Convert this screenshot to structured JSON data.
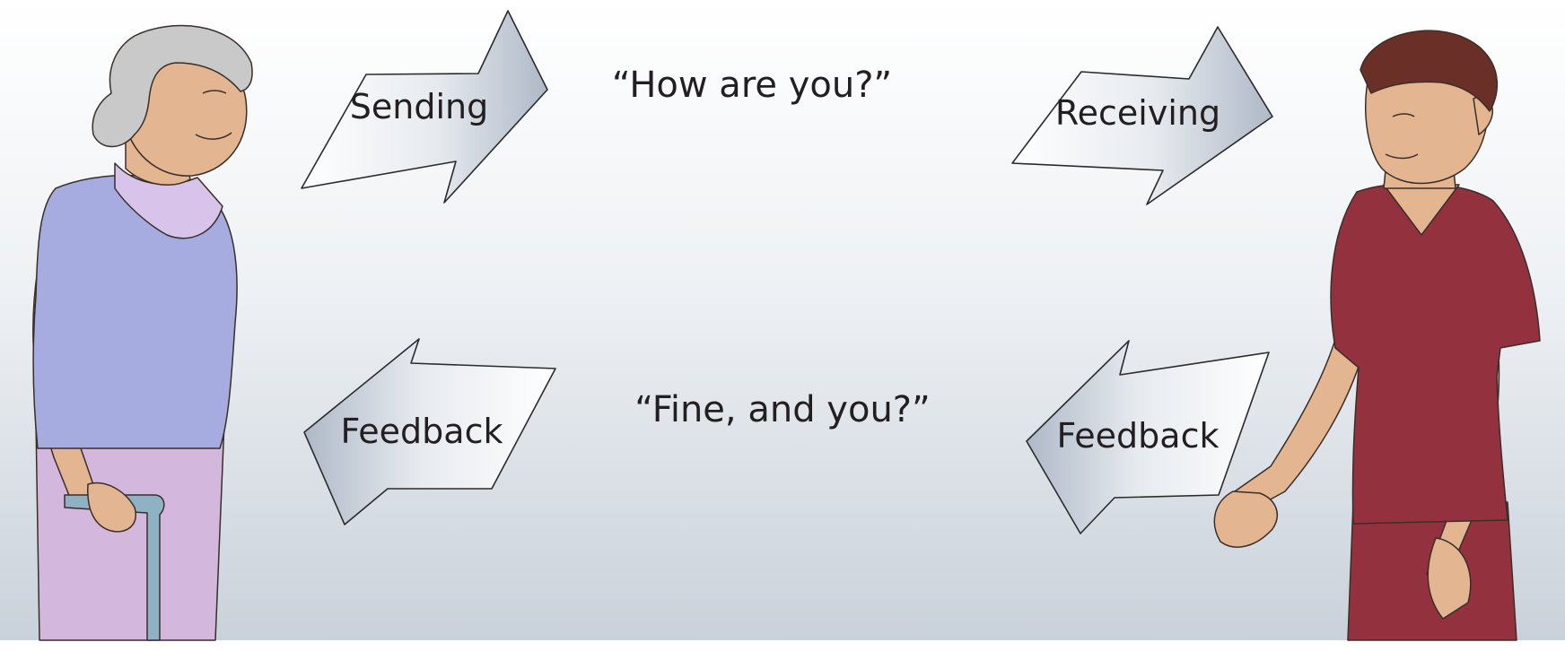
{
  "arrows": {
    "top_left": "Sending",
    "top_right": "Receiving",
    "bottom_left": "Feedback",
    "bottom_right": "Feedback"
  },
  "quotes": {
    "top": "“How are you?”",
    "bottom": "“Fine, and you?”"
  },
  "people": {
    "left": "elderly woman with cane",
    "right": "young man in scrubs"
  },
  "colors": {
    "background_top": "#ffffff",
    "background_bottom": "#c9d1da",
    "arrow_fill_light": "#ffffff",
    "arrow_fill_dark": "#aeb9c7",
    "woman_shirt": "#a6abe0",
    "woman_collar": "#d8c4ea",
    "woman_skirt": "#d3b7dd",
    "woman_hair": "#c9c9c9",
    "man_scrubs": "#93313f",
    "man_hair": "#6a2f26",
    "skin": "#e3b590",
    "cane": "#8fb1c4"
  }
}
